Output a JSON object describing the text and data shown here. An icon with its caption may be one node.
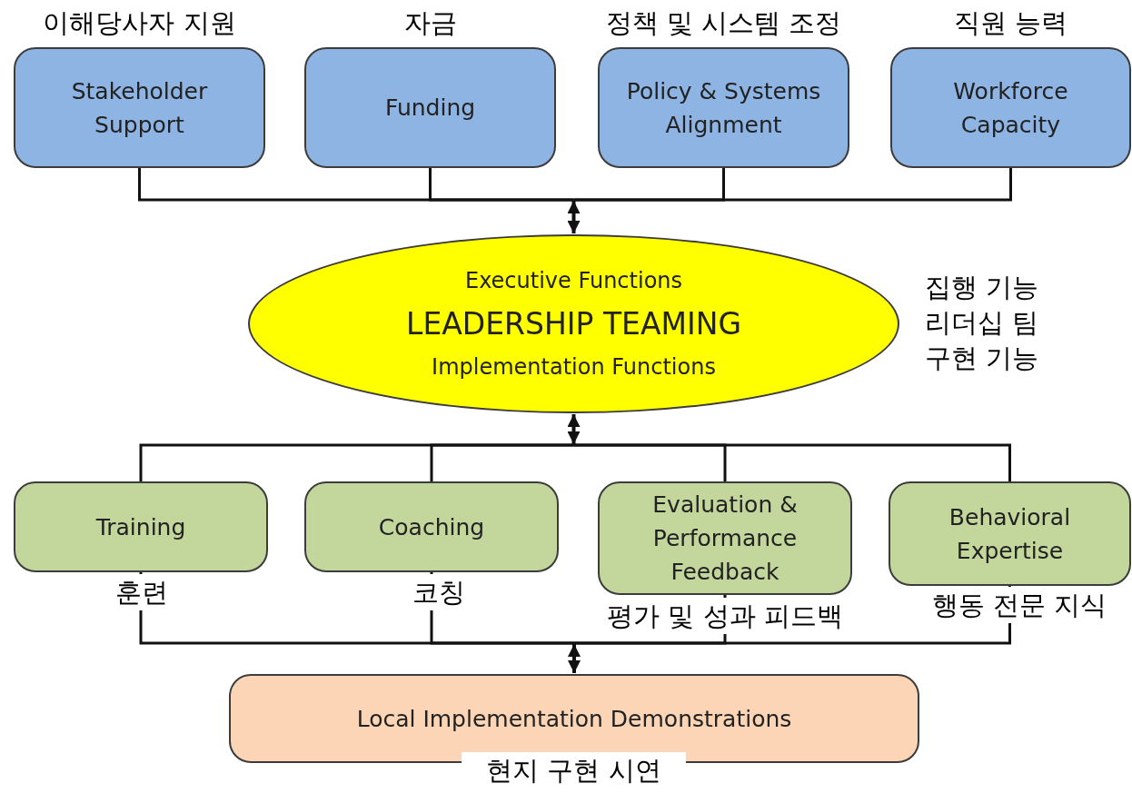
{
  "diagram": {
    "nodes": [
      {
        "text": [
          "Stakeholder Support"
        ],
        "beside": [
          "이해당사자 지원"
        ]
      },
      {
        "text": [
          "Funding"
        ],
        "beside": [
          "자금"
        ]
      },
      {
        "text": [
          "Policy & Systems Alignment"
        ],
        "beside": [
          "정책 및 시스템 조정"
        ]
      },
      {
        "text": [
          "Workforce Capacity"
        ],
        "beside": [
          "직원 능력"
        ]
      },
      {
        "text": [
          "Executive Functions",
          "LEADERSHIP TEAMING",
          "Implementation Functions"
        ],
        "beside": [
          "집행 기능",
          "리더십 팀",
          "구현 기능"
        ]
      },
      {
        "text": [
          "Training"
        ],
        "beside": [
          "훈련"
        ]
      },
      {
        "text": [
          "Coaching"
        ],
        "beside": [
          "코칭"
        ]
      },
      {
        "text": [
          "Evaluation & Performance Feedback"
        ],
        "beside": [
          "평가 및 성과 피드백"
        ]
      },
      {
        "text": [
          "Behavioral Expertise"
        ],
        "beside": [
          "행동 전문 지식"
        ]
      },
      {
        "text": [
          "Local Implementation Demonstrations"
        ],
        "beside": [
          "현지 구현 시연"
        ]
      }
    ],
    "edges": [
      {
        "from": 0,
        "to": 4,
        "arrow": "to"
      },
      {
        "from": 1,
        "to": 4,
        "arrow": "to"
      },
      {
        "from": 2,
        "to": 4,
        "arrow": "to"
      },
      {
        "from": 3,
        "to": 4,
        "arrow": "to"
      },
      {
        "from": 5,
        "to": 4,
        "arrow": "to"
      },
      {
        "from": 6,
        "to": 4,
        "arrow": "to"
      },
      {
        "from": 7,
        "to": 4,
        "arrow": "to"
      },
      {
        "from": 8,
        "to": 4,
        "arrow": "to"
      },
      {
        "from": 5,
        "to": 9,
        "arrow": "to"
      },
      {
        "from": 6,
        "to": 9,
        "arrow": "to"
      },
      {
        "from": 7,
        "to": 9,
        "arrow": "to"
      },
      {
        "from": 8,
        "to": 9,
        "arrow": "to"
      }
    ]
  }
}
